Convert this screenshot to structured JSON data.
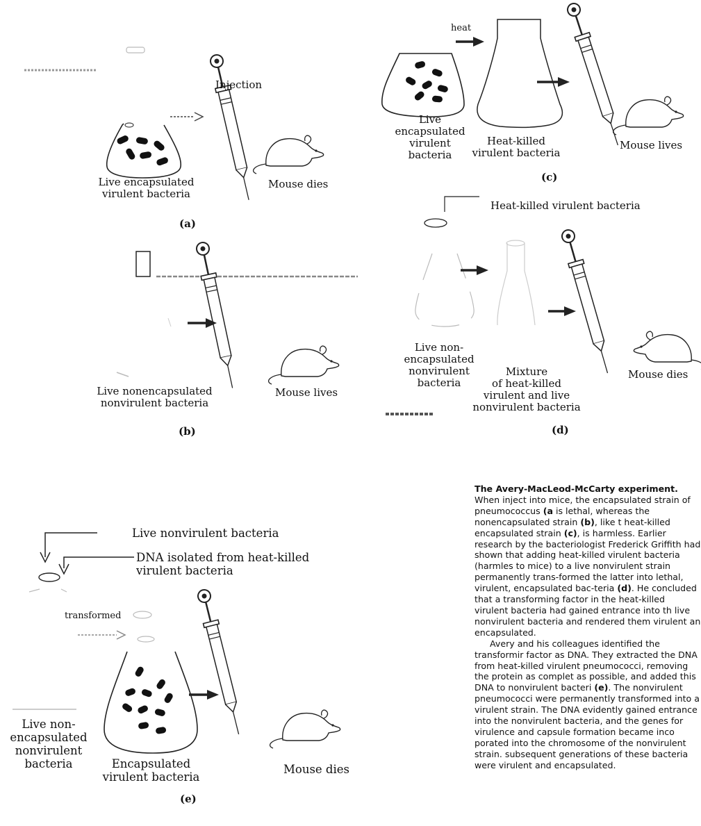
{
  "panels": {
    "a": {
      "tag": "(a)",
      "injection": "Injection",
      "bacteria": "Live encapsulated\nvirulent bacteria",
      "outcome": "Mouse dies"
    },
    "b": {
      "tag": "(b)",
      "bacteria": "Live nonencapsulated\nnonvirulent bacteria",
      "outcome": "Mouse lives"
    },
    "c": {
      "tag": "(c)",
      "heat": "heat",
      "live": "Live\nencapsulated\nvirulent\nbacteria",
      "killed": "Heat-killed\nvirulent bacteria",
      "outcome": "Mouse lives"
    },
    "d": {
      "tag": "(d)",
      "heat_killed": "Heat-killed virulent bacteria",
      "live": "Live non-\nencapsulated\nnonvirulent\nbacteria",
      "mixture": "Mixture\nof heat-killed\nvirulent and live\nnonvirulent bacteria",
      "outcome": "Mouse dies"
    },
    "e": {
      "tag": "(e)",
      "live_nonvirulent": "Live nonvirulent bacteria",
      "dna": "DNA isolated from heat-killed\nvirulent bacteria",
      "transformed": "transformed",
      "live": "Live non-\nencapsulated\nnonvirulent\nbacteria",
      "encapsulated": "Encapsulated\nvirulent bacteria",
      "outcome": "Mouse dies"
    }
  },
  "caption": {
    "title": "The Avery-MacLeod-McCarty experiment.",
    "p1": [
      {
        "t": " When inject into mice, the encapsulated strain of pneumococcus "
      },
      {
        "t": "(a",
        "b": true
      },
      {
        "t": " is lethal, whereas the nonencapsulated strain "
      },
      {
        "t": "(b)",
        "b": true
      },
      {
        "t": ", like t heat-killed encapsulated strain "
      },
      {
        "t": "(c)",
        "b": true
      },
      {
        "t": ", is harmless. Earlier research by the bacteriologist Frederick Griffith had shown that adding heat-killed virulent bacteria (harmles to mice) to a live nonvirulent strain permanently trans-formed the latter into lethal, virulent, encapsulated bac-teria "
      },
      {
        "t": "(d)",
        "b": true
      },
      {
        "t": ". He concluded that a transforming factor in the heat-killed virulent bacteria had gained entrance into th live nonvirulent bacteria and rendered them virulent an encapsulated."
      }
    ],
    "p2": [
      {
        "t": "Avery and his colleagues identified the transformir factor as DNA. They extracted the DNA from heat-killed virulent pneumococci, removing the protein as complet as possible, and added this DNA to nonvirulent bacteri "
      },
      {
        "t": "(e)",
        "b": true
      },
      {
        "t": ". The nonvirulent pneumococci were permanently transformed into a virulent strain. The DNA evidently gained entrance into the nonvirulent bacteria, and the genes for virulence and capsule formation became inco porated into the chromosome of the nonvirulent strain. subsequent generations of these bacteria were virulent and encapsulated."
      }
    ]
  }
}
